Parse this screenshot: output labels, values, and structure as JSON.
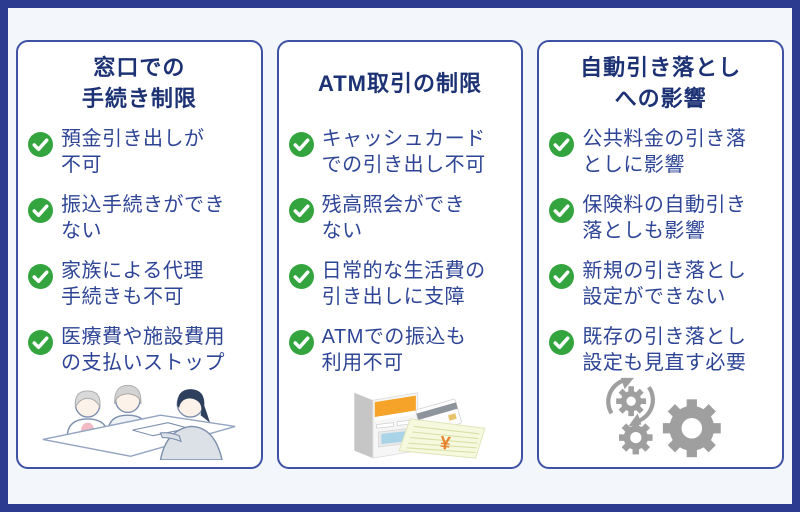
{
  "colors": {
    "frame_border": "#2c3b90",
    "board_background": "#f3f6fa",
    "card_border": "#3d51a5",
    "title_text": "#1c3274",
    "item_text": "#2e4596",
    "check_green": "#34a43e",
    "gear_gray": "#9f9f9f",
    "atm_orange": "#f5a429"
  },
  "columns": [
    {
      "title": "窓口での\n手続き制限",
      "items": [
        "預金引き出しが\n不可",
        "振込手続きができ\nない",
        "家族による代理\n手続きも不可",
        "医療費や施設費用\nの支払いストップ"
      ],
      "illustration": "bank-counter-scene"
    },
    {
      "title": "ATM取引の制限",
      "items": [
        "キャッシュカード\nでの引き出し不可",
        "残高照会ができ\nない",
        "日常的な生活費の\n引き出しに支障",
        "ATMでの振込も\n利用不可"
      ],
      "illustration": "atm-machine-passbook"
    },
    {
      "title": "自動引き落とし\nへの影響",
      "items": [
        "公共料金の引き落\nとしに影響",
        "保険料の自動引き\n落としも影響",
        "新規の引き落とし\n設定ができない",
        "既存の引き落とし\n設定も見直す必要"
      ],
      "illustration": "gears-process"
    }
  ]
}
